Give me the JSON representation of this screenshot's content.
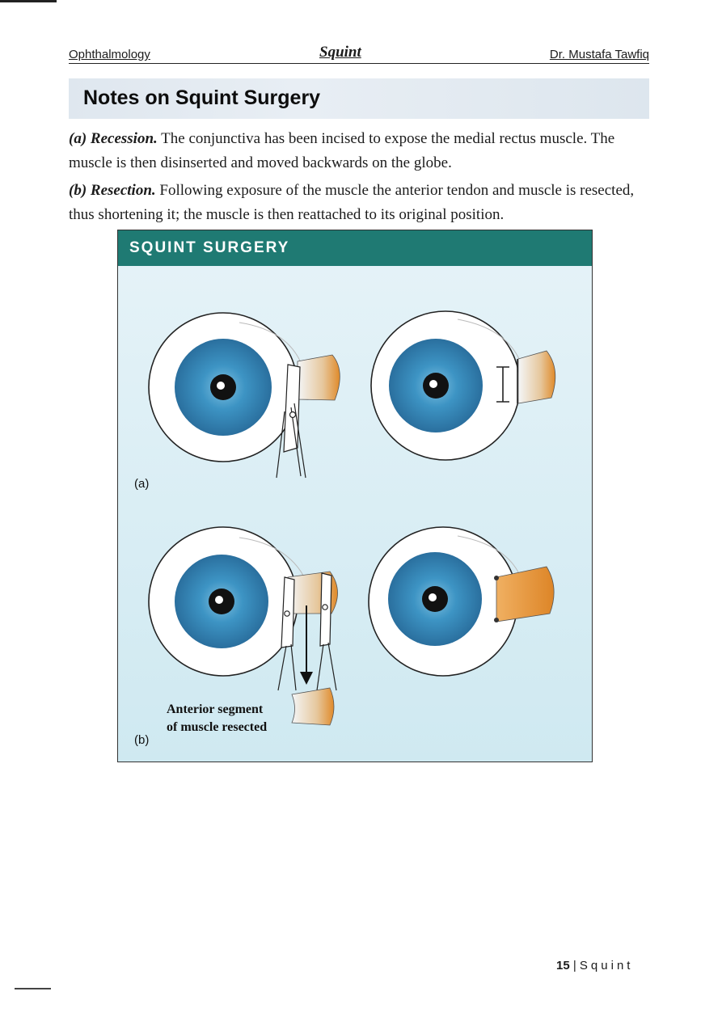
{
  "header": {
    "left": "Ophthalmology",
    "center": "Squint",
    "right": "Dr. Mustafa Tawfiq"
  },
  "title": "Notes on Squint Surgery",
  "paragraphs": [
    {
      "label": "(a) Recession.",
      "text": " The conjunctiva has been incised to expose the medial rectus muscle. The muscle is then disinserted and moved backwards on the globe."
    },
    {
      "label": "(b) Resection.",
      "text": " Following exposure of the muscle the anterior tendon and muscle is resected, thus shortening it; the muscle is then reattached to its original position."
    }
  ],
  "figure": {
    "heading": "SQUINT SURGERY",
    "panel_a_label": "(a)",
    "panel_b_label": "(b)",
    "annotation_line1": "Anterior segment",
    "annotation_line2": "of muscle resected"
  },
  "footer": {
    "page_number": "15",
    "separator": " | ",
    "section": "Squint"
  },
  "colors": {
    "figure_header": "#1f7a73",
    "iris": "#3a8fbf",
    "muscle": "#e39a3a",
    "figure_bg": "#d8eef4"
  }
}
